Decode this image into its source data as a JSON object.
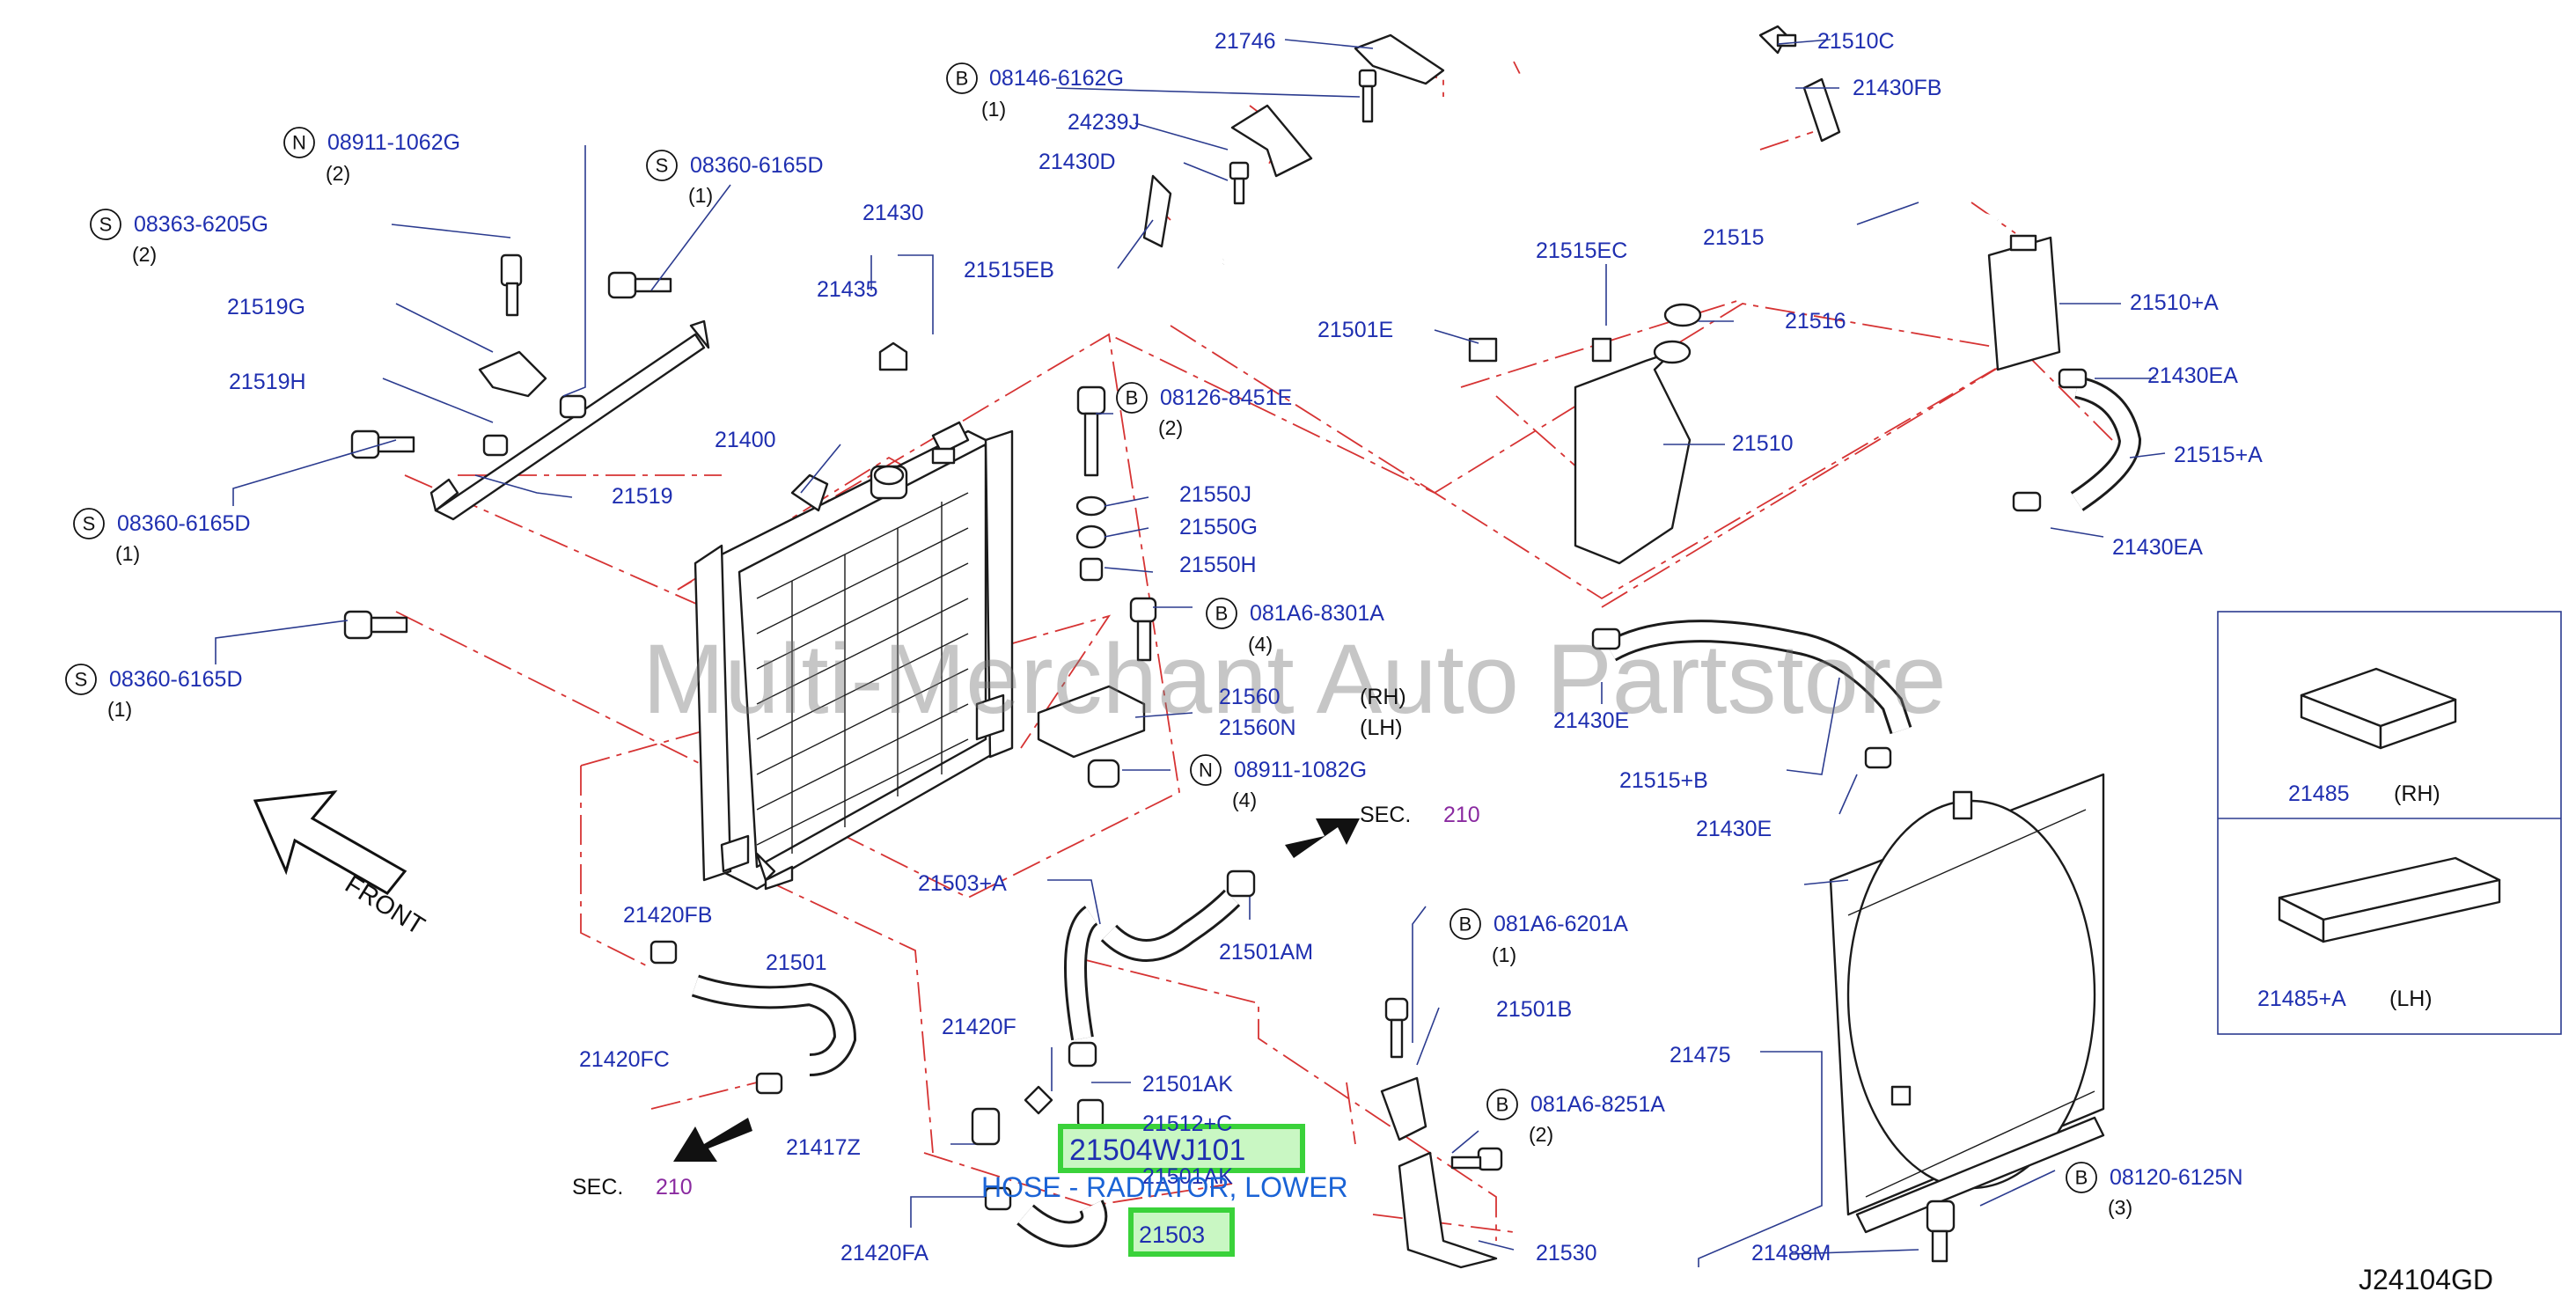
{
  "diagram_id": "J24104GD",
  "watermark": "Multi-Merchant Auto Partstore",
  "front_label": "FRONT",
  "highlight": {
    "main_part_number": "21504WJ101",
    "main_part_name": "HOSE - RADIATOR, LOWER",
    "related_part_number": "21503"
  },
  "section_refs": [
    {
      "prefix": "SEC.",
      "number": "210"
    },
    {
      "prefix": "SEC.",
      "number": "210"
    }
  ],
  "callouts": {
    "c21746": "21746",
    "c21510C": "21510C",
    "c21430FB": "21430FB",
    "c08146": "08146-6162G",
    "c08146_qty": "(1)",
    "c24239J": "24239J",
    "c21430D": "21430D",
    "c21515EB": "21515EB",
    "c21515": "21515",
    "c21510A": "21510+A",
    "c08911_1062G": "08911-1062G",
    "c08911_1062G_qty": "(2)",
    "c08360_top": "08360-6165D",
    "c08360_top_qty": "(1)",
    "c21430": "21430",
    "c21435": "21435",
    "c08363": "08363-6205G",
    "c08363_qty": "(2)",
    "c21519G": "21519G",
    "c21519H": "21519H",
    "c21515EC": "21515EC",
    "c21516": "21516",
    "c21501E": "21501E",
    "c21430EA_top": "21430EA",
    "c08126": "08126-8451E",
    "c08126_qty": "(2)",
    "c21400": "21400",
    "c21510": "21510",
    "c21515A": "21515+A",
    "c21519": "21519",
    "c21550J": "21550J",
    "c21550G": "21550G",
    "c08360_mid": "08360-6165D",
    "c08360_mid_qty": "(1)",
    "c21430EA_bot": "21430EA",
    "c21550H": "21550H",
    "c081A6_8301A": "081A6-8301A",
    "c081A6_8301A_qty": "(4)",
    "c08360_low": "08360-6165D",
    "c08360_low_qty": "(1)",
    "c21560": "21560",
    "c21560_side": "(RH)",
    "c21560N": "21560N",
    "c21560N_side": "(LH)",
    "c21430E_a": "21430E",
    "c21515B": "21515+B",
    "c08911_1082G": "08911-1082G",
    "c08911_1082G_qty": "(4)",
    "c21430E_b": "21430E",
    "c21485": "21485",
    "c21485_side": "(RH)",
    "c21503A": "21503+A",
    "c21501AM": "21501AM",
    "c21420FB": "21420FB",
    "c21501": "21501",
    "c081A6_6201A": "081A6-6201A",
    "c081A6_6201A_qty": "(1)",
    "c21485A": "21485+A",
    "c21485A_side": "(LH)",
    "c21501B": "21501B",
    "c21420F": "21420F",
    "c21420FC": "21420FC",
    "c21475": "21475",
    "c21501AK": "21501AK",
    "c081A6_8251A": "081A6-8251A",
    "c081A6_8251A_qty": "(2)",
    "c21512C": "21512+C",
    "c21417Z": "21417Z",
    "c21501AK_2": "21501AK",
    "c08120": "08120-6125N",
    "c08120_qty": "(3)",
    "c21420FA": "21420FA",
    "c21530": "21530",
    "c21488M": "21488M"
  },
  "badges": {
    "b08146": "B",
    "b08911_1062G": "N",
    "b08360_top": "S",
    "b08363": "S",
    "b08126": "B",
    "b08360_mid": "S",
    "b081A6_8301A": "B",
    "b08360_low": "S",
    "b08911_1082G": "N",
    "b081A6_6201A": "B",
    "b081A6_8251A": "B",
    "b08120": "B"
  },
  "colors": {
    "callout_text": "#1f2fb0",
    "dash_lines": "#d63333",
    "highlight_box": "#3ad23a",
    "highlight_fill": "#c9f7c3",
    "hose_name": "#1a63d6",
    "section_number": "#8a2aa0"
  }
}
